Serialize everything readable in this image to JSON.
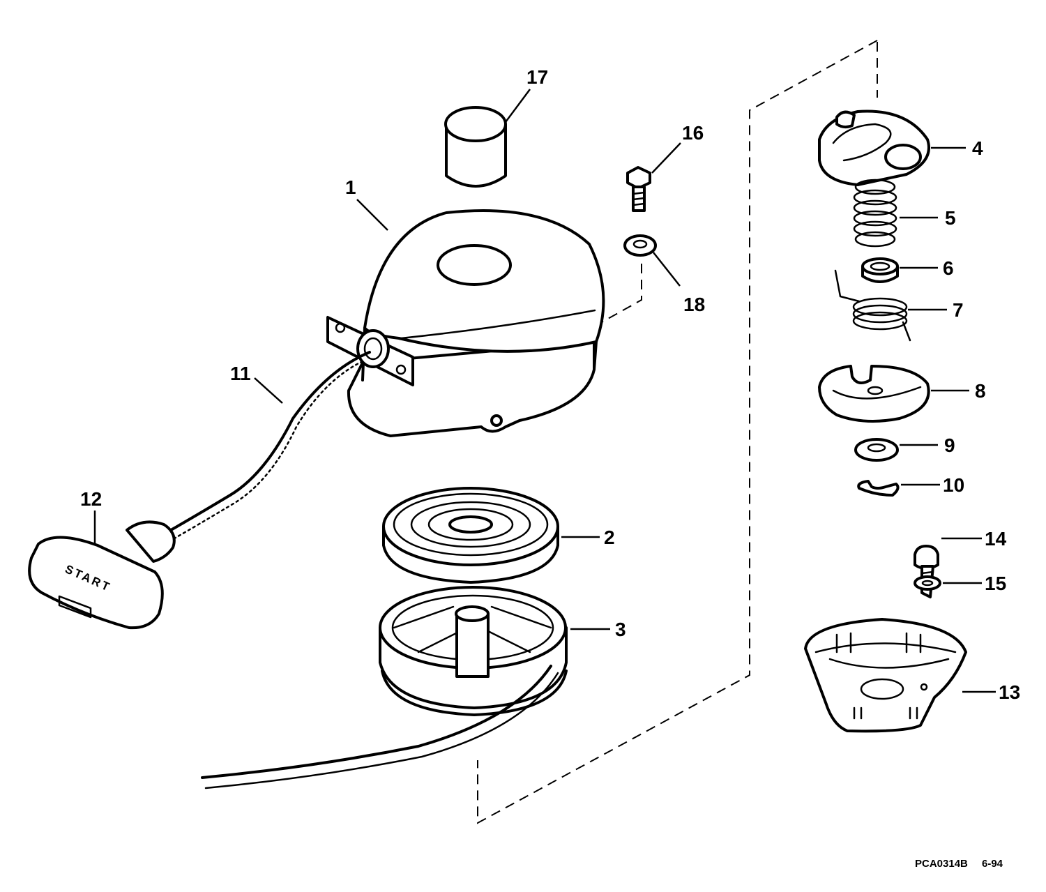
{
  "diagram": {
    "part_labels": [
      "1",
      "2",
      "3",
      "4",
      "5",
      "6",
      "7",
      "8",
      "9",
      "10",
      "11",
      "12",
      "13",
      "14",
      "15",
      "16",
      "17",
      "18"
    ],
    "handle_text": "START",
    "drawing_code": "PCA0314B",
    "date_code": "6-94"
  }
}
